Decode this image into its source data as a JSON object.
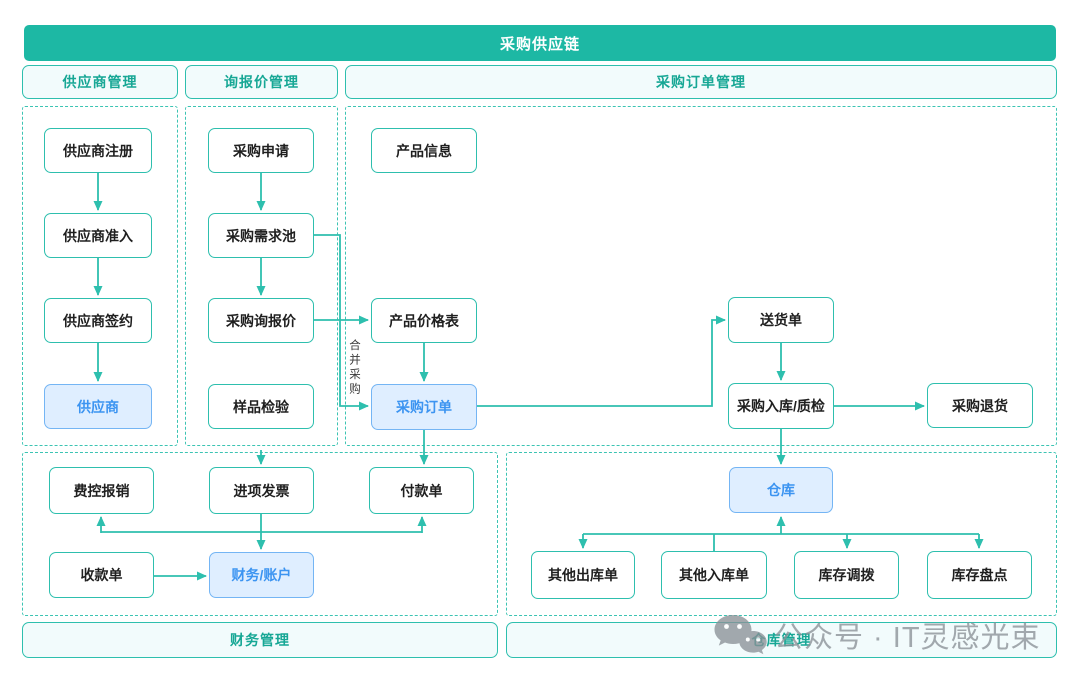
{
  "title": "采购供应链",
  "sections": {
    "supplier_mgmt": {
      "label": "供应商管理"
    },
    "inquiry_mgmt": {
      "label": "询报价管理"
    },
    "purchase_order_mgmt": {
      "label": "采购订单管理"
    },
    "finance_mgmt": {
      "label": "财务管理"
    },
    "warehouse_mgmt": {
      "label": "仓库管理"
    }
  },
  "nodes": {
    "supplier_register": {
      "label": "供应商注册",
      "highlight": false
    },
    "supplier_access": {
      "label": "供应商准入",
      "highlight": false
    },
    "supplier_sign": {
      "label": "供应商签约",
      "highlight": false
    },
    "supplier": {
      "label": "供应商",
      "highlight": true
    },
    "purchase_request": {
      "label": "采购申请",
      "highlight": false
    },
    "demand_pool": {
      "label": "采购需求池",
      "highlight": false
    },
    "rfq": {
      "label": "采购询报价",
      "highlight": false
    },
    "sample_check": {
      "label": "样品检验",
      "highlight": false
    },
    "product_info": {
      "label": "产品信息",
      "highlight": false
    },
    "price_list": {
      "label": "产品价格表",
      "highlight": false
    },
    "purchase_order": {
      "label": "采购订单",
      "highlight": true
    },
    "delivery_note": {
      "label": "送货单",
      "highlight": false
    },
    "receive_qc": {
      "label": "采购入库/质检",
      "highlight": false
    },
    "purchase_return": {
      "label": "采购退货",
      "highlight": false
    },
    "expense_claim": {
      "label": "费控报销",
      "highlight": false
    },
    "input_invoice": {
      "label": "进项发票",
      "highlight": false
    },
    "payment_order": {
      "label": "付款单",
      "highlight": false
    },
    "receipt_order": {
      "label": "收款单",
      "highlight": false
    },
    "finance_account": {
      "label": "财务/账户",
      "highlight": true
    },
    "warehouse": {
      "label": "仓库",
      "highlight": true
    },
    "other_outbound": {
      "label": "其他出库单",
      "highlight": false
    },
    "other_inbound": {
      "label": "其他入库单",
      "highlight": false
    },
    "stock_transfer": {
      "label": "库存调拨",
      "highlight": false
    },
    "stock_count": {
      "label": "库存盘点",
      "highlight": false
    }
  },
  "edge_labels": {
    "merge_purchase": "合并采购"
  },
  "watermark": {
    "icon": "wechat-icon",
    "text": "公众号 · IT灵感光束"
  },
  "colors": {
    "primary_teal": "#1db8a4",
    "line_teal": "#2ebfae",
    "dashed_teal": "#3cc4b3",
    "section_label_teal": "#17a795",
    "section_bg": "#f2fbfc",
    "highlight_text_blue": "#3c94f1",
    "highlight_bg_blue": "#dfeeff",
    "highlight_border_blue": "#74b5f4",
    "watermark_gray": "#8b9197"
  }
}
